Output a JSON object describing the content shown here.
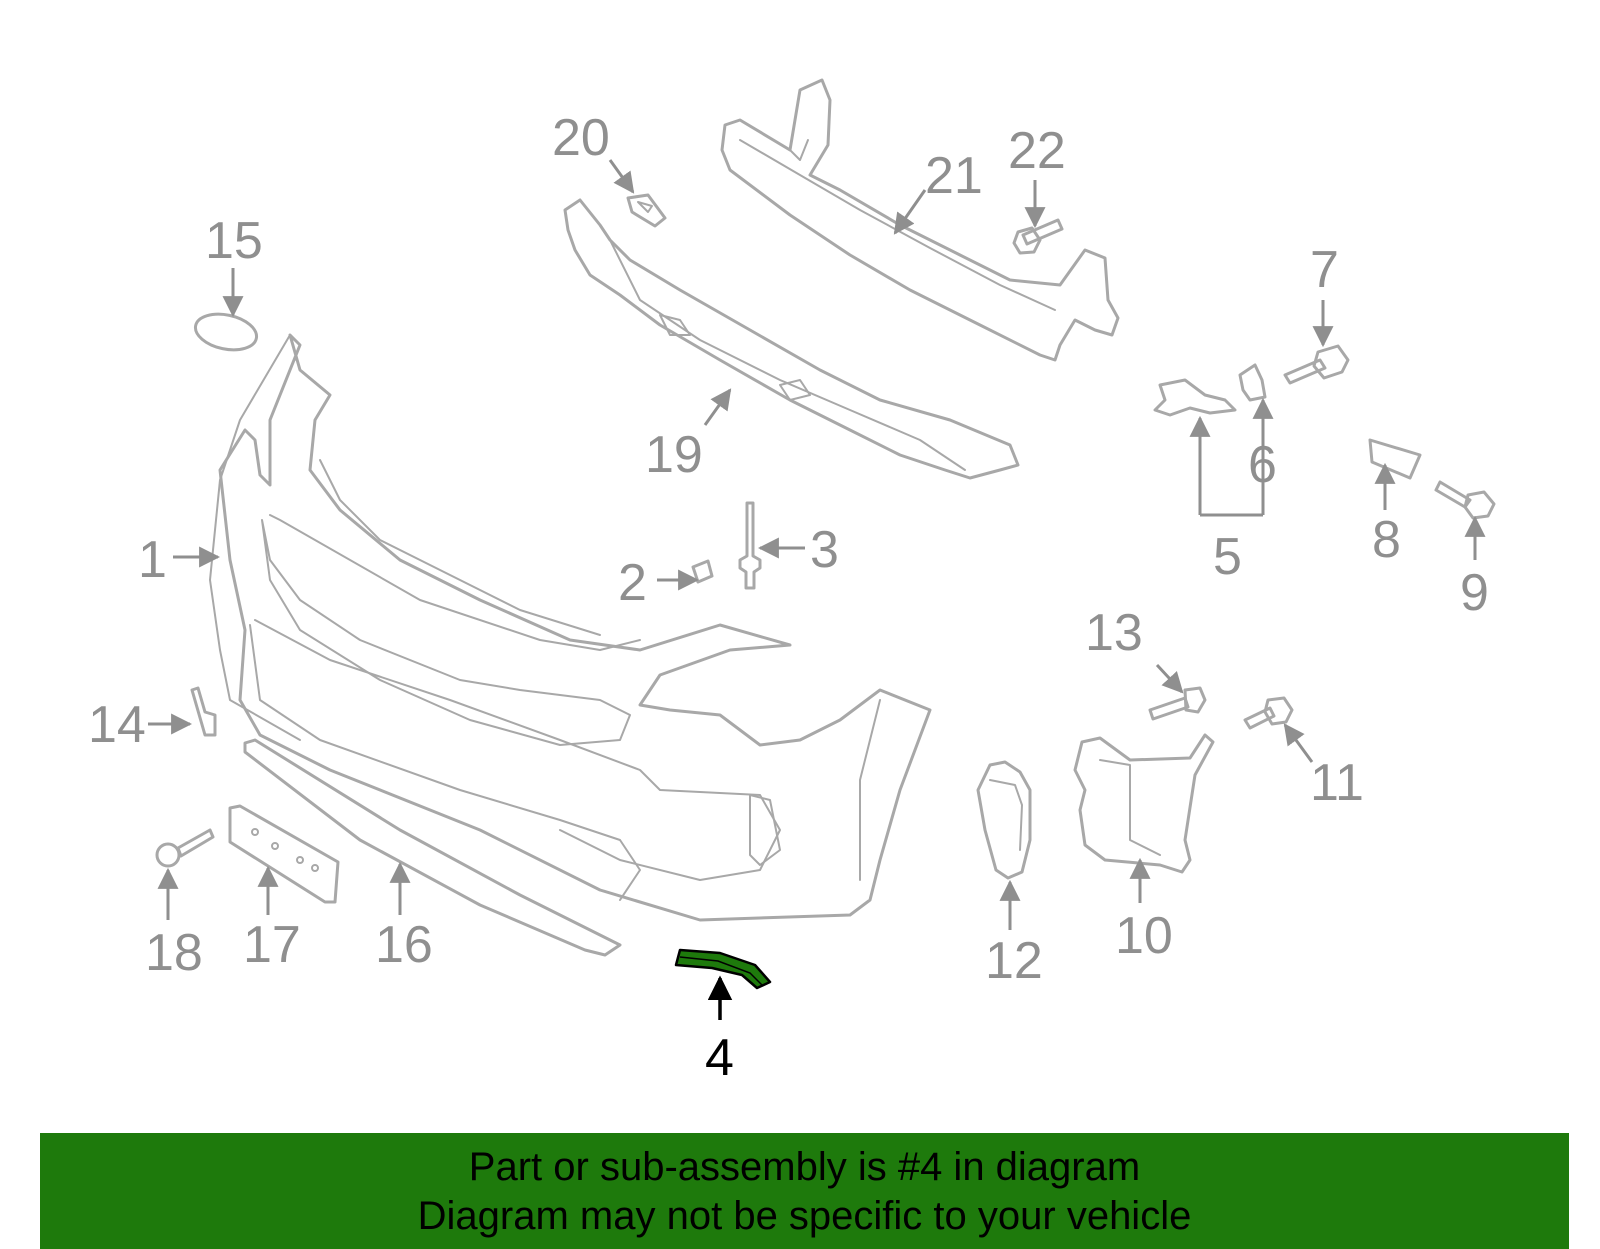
{
  "diagram": {
    "highlight_part": "4",
    "highlight_color": "#1e7a0c",
    "callout_color": "#8f8f8f",
    "callouts": [
      "1",
      "2",
      "3",
      "4",
      "5",
      "6",
      "7",
      "8",
      "9",
      "10",
      "11",
      "12",
      "13",
      "14",
      "15",
      "16",
      "17",
      "18",
      "19",
      "20",
      "21",
      "22"
    ]
  },
  "banner": {
    "line1": "Part or sub-assembly is #4 in diagram",
    "line2": "Diagram may not be specific to your vehicle",
    "background": "#1e7a0c"
  }
}
